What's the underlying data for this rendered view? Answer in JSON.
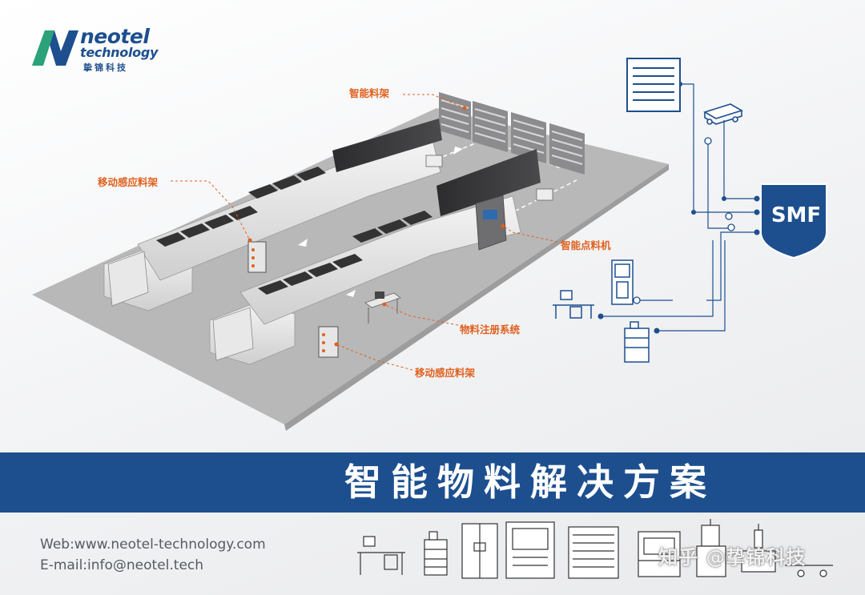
{
  "brand": {
    "name": "neotel",
    "tagline": "technology",
    "chinese_name": "挚锦科技",
    "color": "#1d4f8f",
    "accent": "#2aa37a"
  },
  "callouts": {
    "smart_rack": "智能料架",
    "mobile_rack_top": "移动感应料架",
    "smart_counter": "智能点料机",
    "registration": "物料注册系统",
    "mobile_rack_bottom": "移动感应料架"
  },
  "system": {
    "label": "SMF"
  },
  "banner": {
    "title": "智能物料解决方案"
  },
  "contact": {
    "web": "Web:www.neotel-technology.com",
    "email": "E-mail:info@neotel.tech"
  },
  "watermark": "知乎 @挚锦科技",
  "colors": {
    "callout": "#e0601d",
    "floor": "#b7b7b7",
    "connector": "#1d4f8f"
  },
  "icons": [
    "workstation-icon",
    "mobile-rack-icon",
    "storage-tower-icon",
    "smart-tower-icon",
    "smart-rack-icon",
    "registration-station-icon",
    "counter-machine-icon",
    "agv-cart-icon"
  ]
}
